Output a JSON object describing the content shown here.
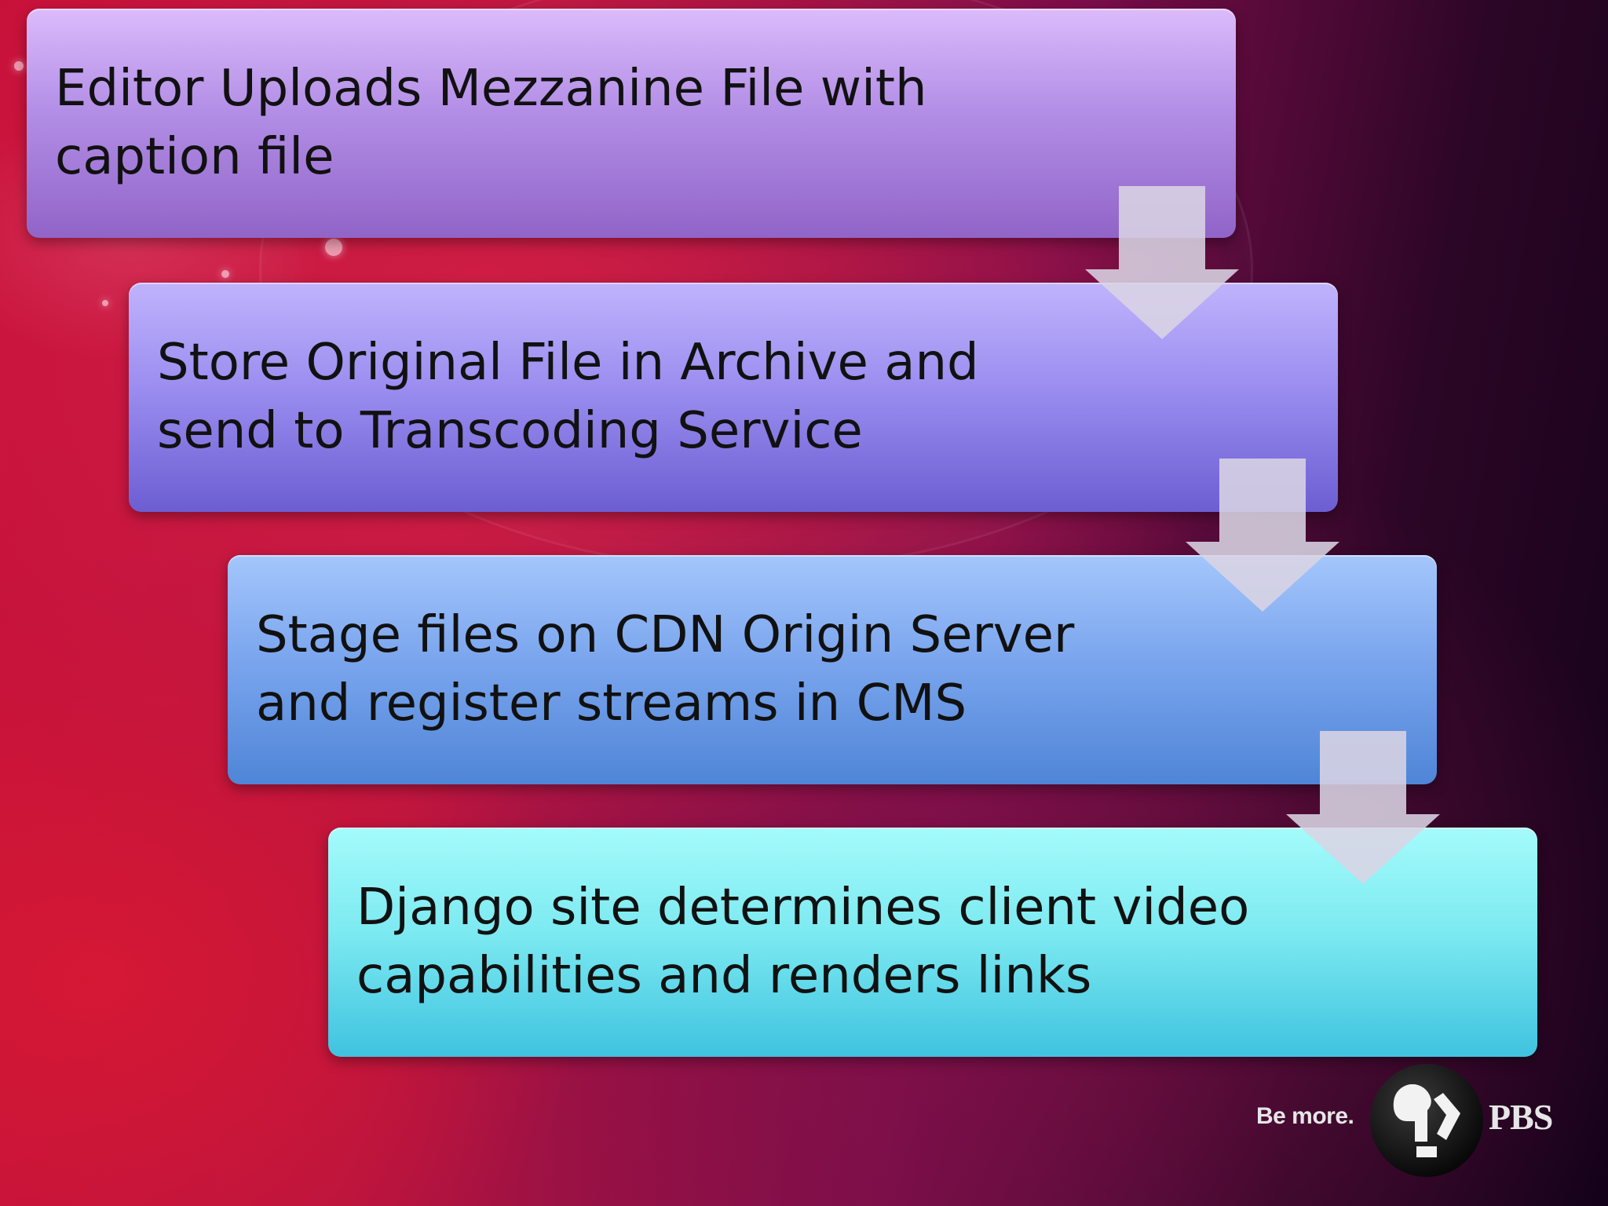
{
  "steps": [
    {
      "text": "Editor Uploads Mezzanine File with caption file"
    },
    {
      "text": "Store Original File in Archive and send to Transcoding Service"
    },
    {
      "text": "Stage files on CDN Origin Server and register streams in CMS"
    },
    {
      "text": "Django site determines client video capabilities and renders links"
    }
  ],
  "branding": {
    "tagline": "Be more.",
    "wordmark": "PBS"
  },
  "icons": {
    "flow_arrow": "arrow-down-icon",
    "logo": "pbs-logo-icon"
  },
  "colors": {
    "step1": "#b28ee6",
    "step2": "#9b8ef0",
    "step3": "#7ba6ee",
    "step4": "#7deaf1",
    "arrow": "#d9d4e4"
  }
}
